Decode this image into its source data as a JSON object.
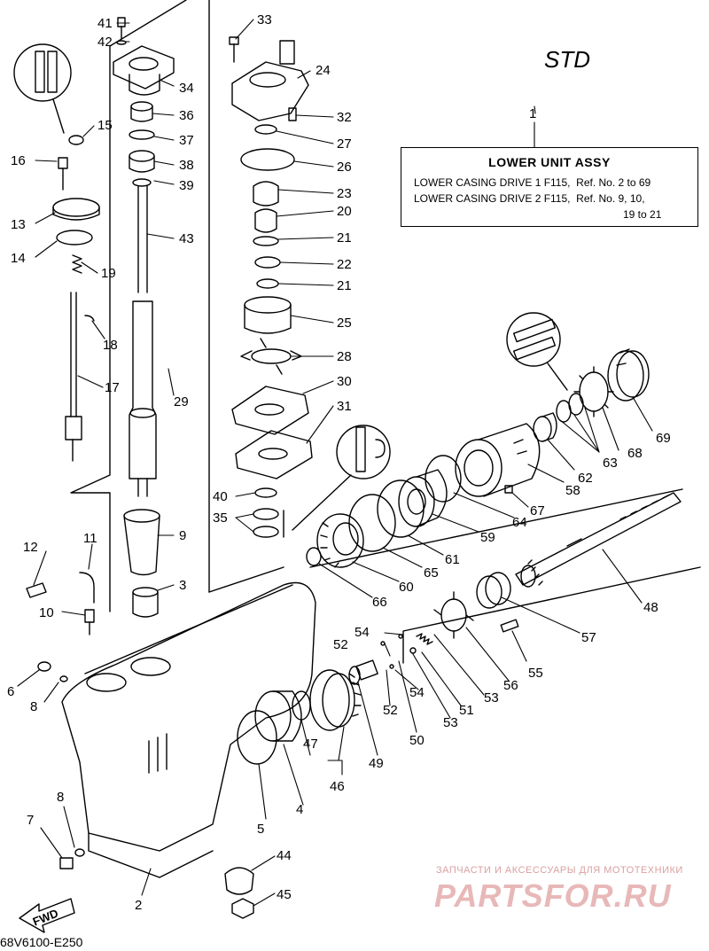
{
  "header": {
    "variant_label": "STD"
  },
  "assembly_box": {
    "ref_number": "1",
    "title": "LOWER UNIT ASSY",
    "lines": [
      "LOWER CASING DRIVE 1 F115,  Ref. No. 2 to 69",
      "LOWER CASING DRIVE 2 F115,  Ref. No. 9, 10,",
      "19 to 21"
    ]
  },
  "fwd_label": "FWD",
  "footer": {
    "code": "68V6100-E250"
  },
  "watermark": {
    "tagline": "ЗАПЧАСТИ И АКСЕССУАРЫ ДЛЯ МОТОТЕХНИКИ",
    "brand": "PARTSFOR.RU"
  },
  "colors": {
    "ink": "#000000",
    "watermark": "#e8b8b8"
  },
  "callouts": [
    "2",
    "3",
    "4",
    "5",
    "6",
    "7",
    "8",
    "8",
    "9",
    "10",
    "11",
    "12",
    "13",
    "14",
    "15",
    "16",
    "17",
    "18",
    "19",
    "20",
    "21",
    "21",
    "22",
    "23",
    "24",
    "25",
    "26",
    "27",
    "28",
    "29",
    "30",
    "31",
    "32",
    "33",
    "34",
    "35",
    "36",
    "37",
    "38",
    "39",
    "40",
    "41",
    "42",
    "43",
    "44",
    "45",
    "46",
    "47",
    "48",
    "49",
    "50",
    "51",
    "52",
    "52",
    "53",
    "53",
    "54",
    "54",
    "55",
    "56",
    "57",
    "58",
    "59",
    "60",
    "61",
    "62",
    "63",
    "64",
    "65",
    "66",
    "67",
    "68",
    "69"
  ]
}
